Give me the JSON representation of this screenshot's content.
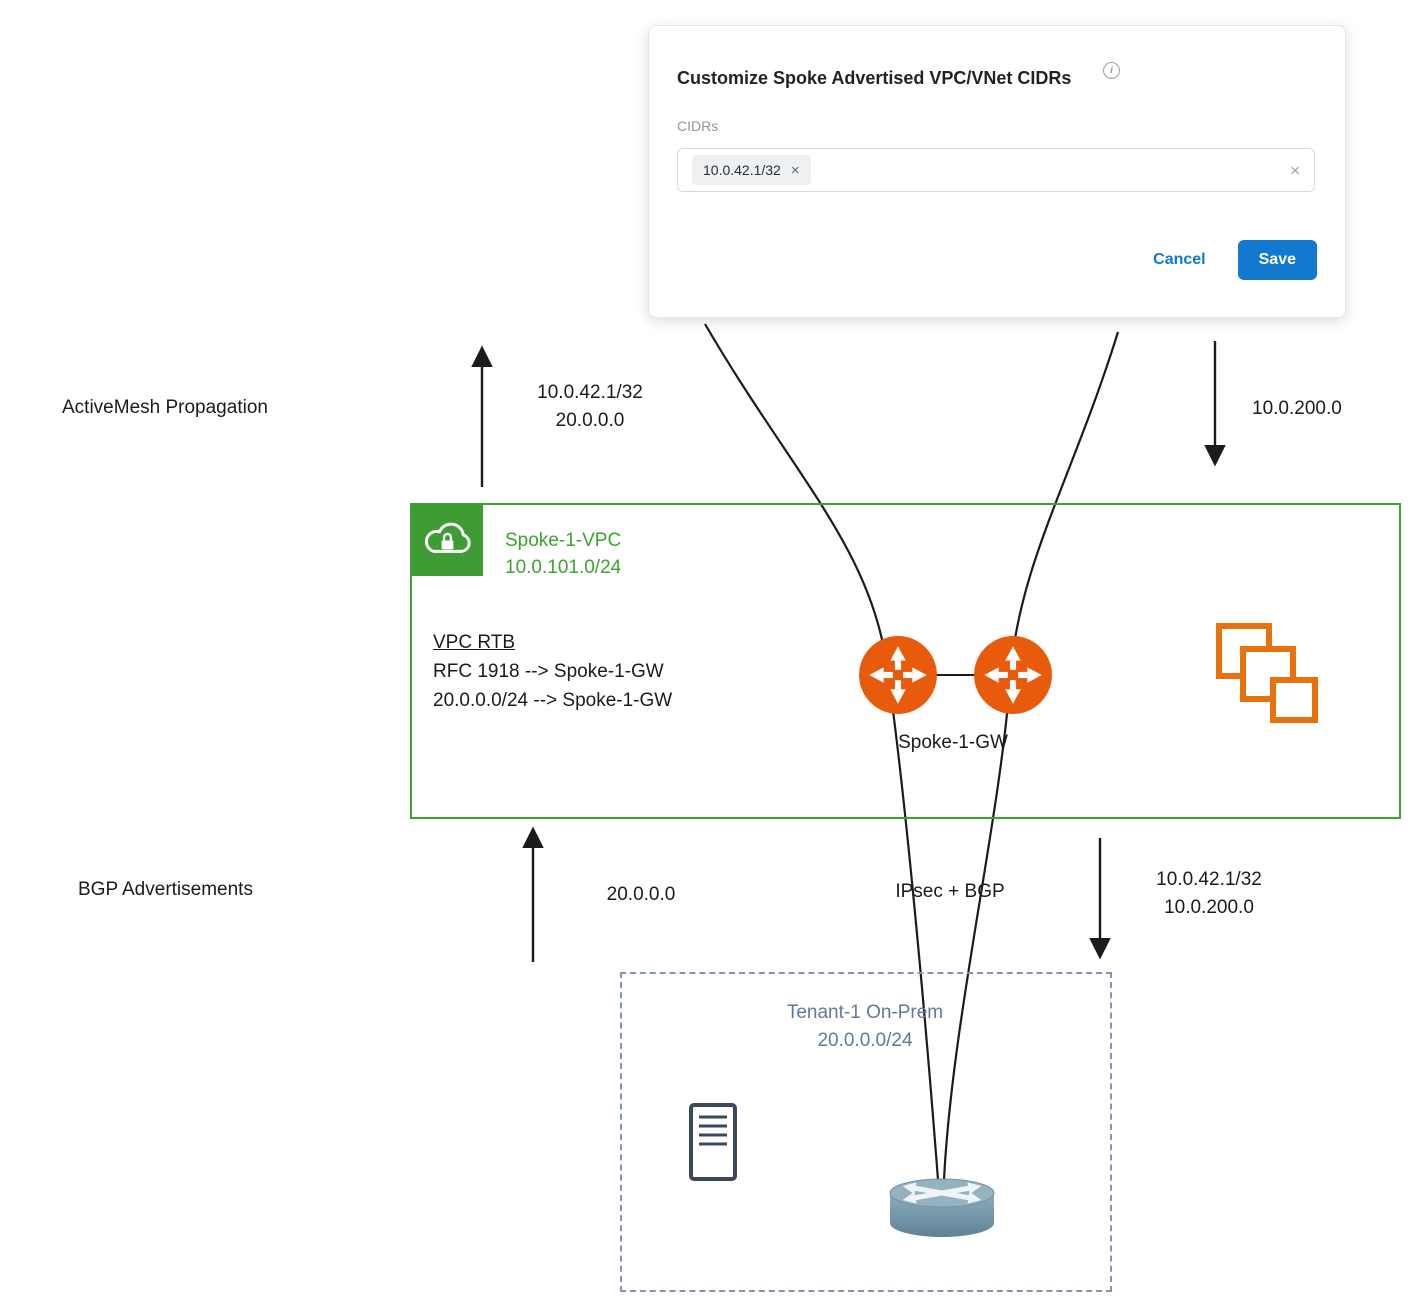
{
  "modal": {
    "title": "Customize Spoke Advertised VPC/VNet CIDRs",
    "cidrs_label": "CIDRs",
    "chip": "10.0.42.1/32",
    "cancel": "Cancel",
    "save": "Save"
  },
  "labels": {
    "activemesh": "ActiveMesh Propagation",
    "bgp": "BGP Advertisements",
    "top_up_1": "10.0.42.1/32",
    "top_up_2": "20.0.0.0",
    "top_down": "10.0.200.0",
    "bottom_up": "20.0.0.0",
    "ipsec": "IPsec + BGP",
    "bottom_down_1": "10.0.42.1/32",
    "bottom_down_2": "10.0.200.0"
  },
  "vpc": {
    "name": "Spoke-1-VPC",
    "cidr": "10.0.101.0/24",
    "rtb_title": "VPC RTB",
    "rtb_rule1": "RFC 1918 --> Spoke-1-GW",
    "rtb_rule2": "20.0.0.0/24 --> Spoke-1-GW",
    "gw": "Spoke-1-GW"
  },
  "onprem": {
    "name": "Tenant-1 On-Prem",
    "cidr": "20.0.0.0/24"
  },
  "icons": {
    "close": "×",
    "info": "i"
  },
  "colors": {
    "green": "#3EA32E",
    "green_icon_bg": "#3F9C35",
    "orange_gateway": "#E85B0C",
    "orange_squares": "#E8720E",
    "accent_blue": "#1379CF",
    "slate": "#64789B",
    "dashed_border": "#8494B4"
  }
}
